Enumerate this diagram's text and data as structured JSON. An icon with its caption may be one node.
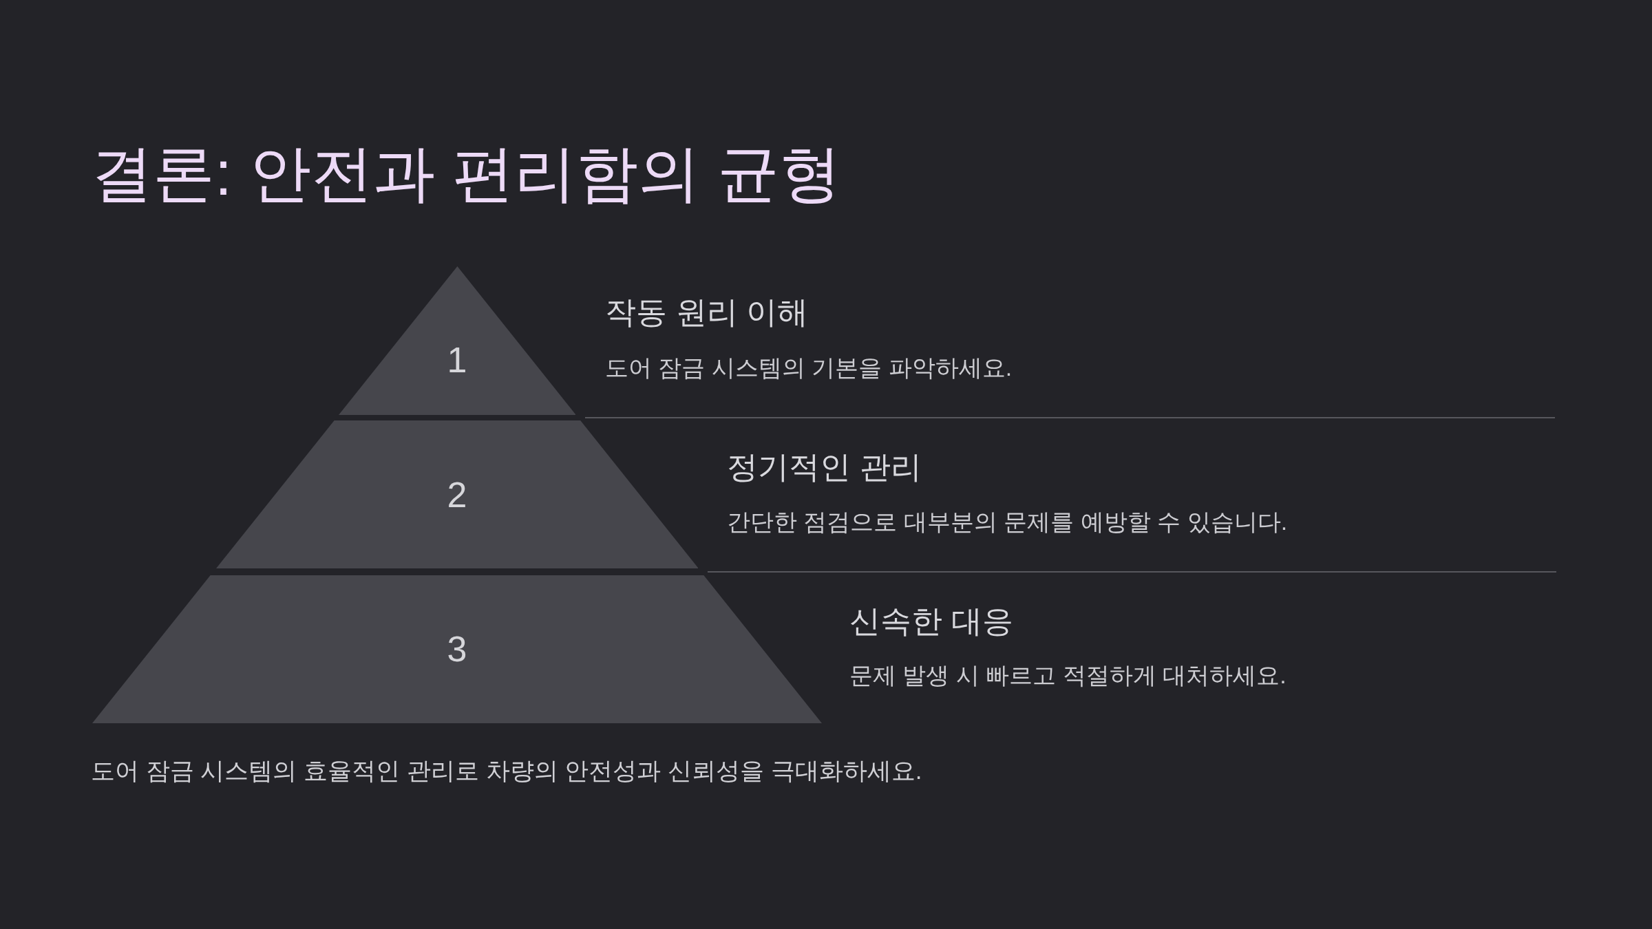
{
  "diagram": {
    "title": "결론: 안전과 편리함의 균형",
    "nodes": [
      {
        "text": [
          "1"
        ],
        "beside": [
          "작동 원리 이해",
          "도어 잠금 시스템의 기본을 파악하세요."
        ]
      },
      {
        "text": [
          "2"
        ],
        "beside": [
          "정기적인 관리",
          "간단한 점검으로 대부분의 문제를 예방할 수 있습니다."
        ]
      },
      {
        "text": [
          "3"
        ],
        "beside": [
          "신속한 대응",
          "문제 발생 시 빠르고 적절하게 대처하세요."
        ]
      }
    ],
    "caption": "도어 잠금 시스템의 효율적인 관리로 차량의 안전성과 신뢰성을 극대화하세요."
  }
}
